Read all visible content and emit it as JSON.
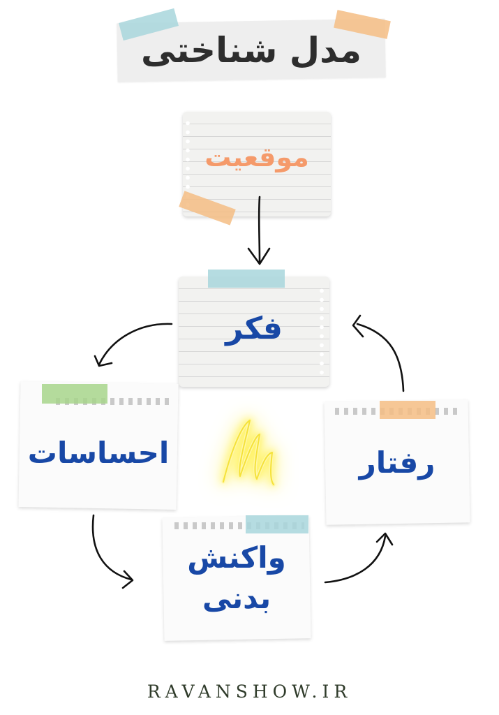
{
  "title": "مدل شناختی",
  "nodes": {
    "situation": "موقعیت",
    "thought": "فکر",
    "feelings": "احساسات",
    "behavior": "رفتار",
    "physical_line1": "واکنش",
    "physical_line2": "بدنی"
  },
  "colors": {
    "situation_text": "#f59a6a",
    "node_text": "#1848a6",
    "tape_blue": "#a8d6dc",
    "tape_orange": "#f5bd84",
    "tape_green": "#a7d58b"
  },
  "icons": {
    "center": "yellow-neon-scribble-icon"
  },
  "footer": "RAVANSHOW.IR"
}
